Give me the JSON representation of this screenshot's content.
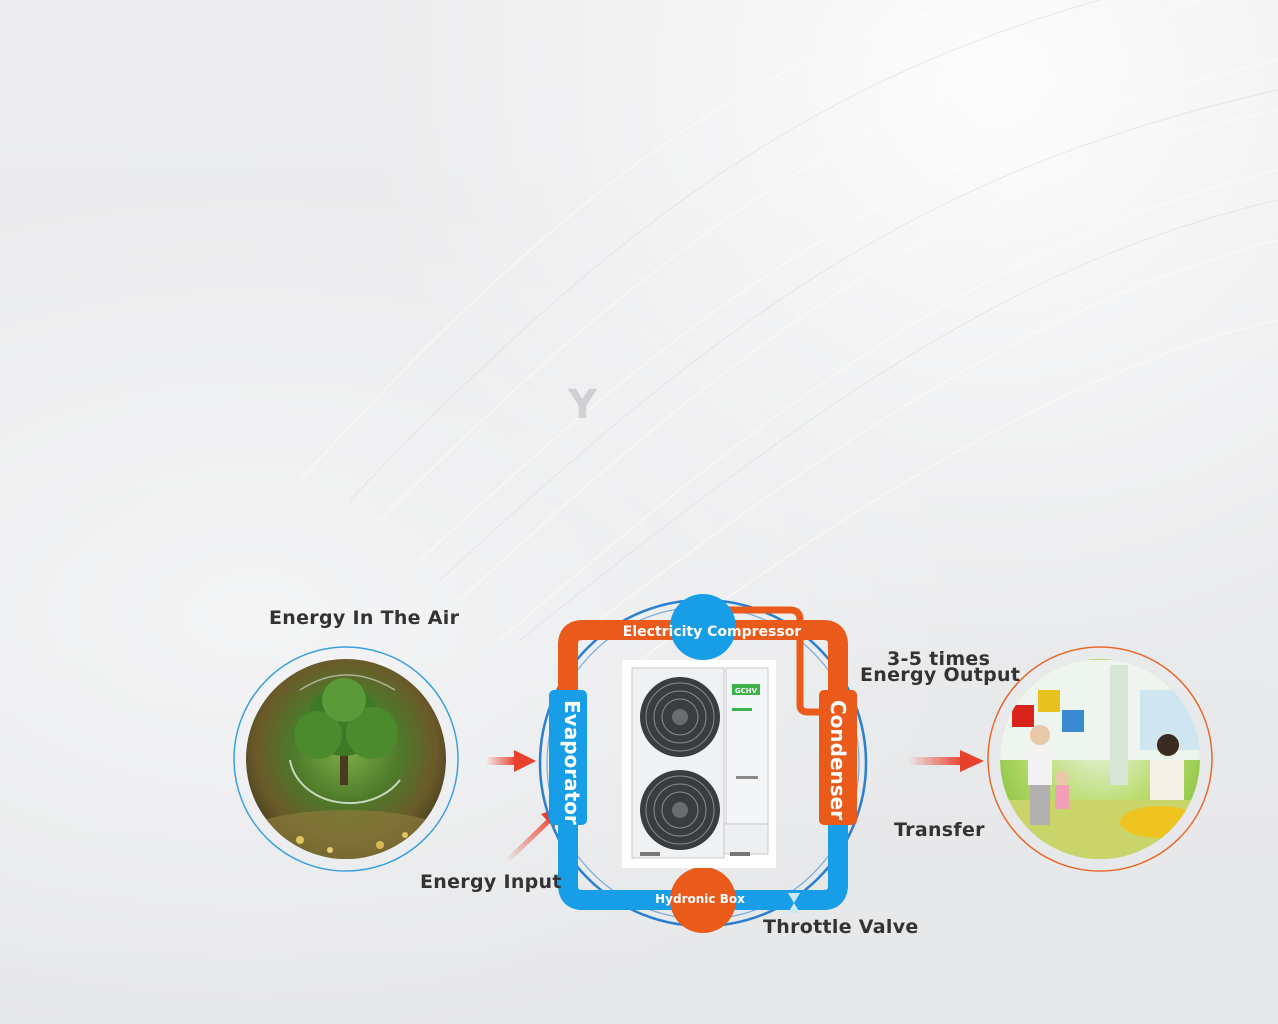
{
  "watermark": "Y",
  "labels": {
    "energy_in_air": "Energy In The Air",
    "energy_input": "Energy Input",
    "output_line1": "3-5 times",
    "output_line2": "Energy Output",
    "transfer": "Transfer",
    "throttle_valve": "Throttle Valve"
  },
  "components": {
    "compressor": "Electricity Compressor",
    "evaporator": "Evaporator",
    "condenser": "Condenser",
    "hydronic_box": "Hydronic Box",
    "unit_brand": "GCHV"
  },
  "colors": {
    "hot": "#ea5a1a",
    "cold": "#189ee6",
    "outline": "#2a7fd0",
    "arrow": "#e8402a",
    "ring_left": "#3aa0e0",
    "ring_right": "#e86a2a",
    "brand_green": "#3db24a"
  }
}
